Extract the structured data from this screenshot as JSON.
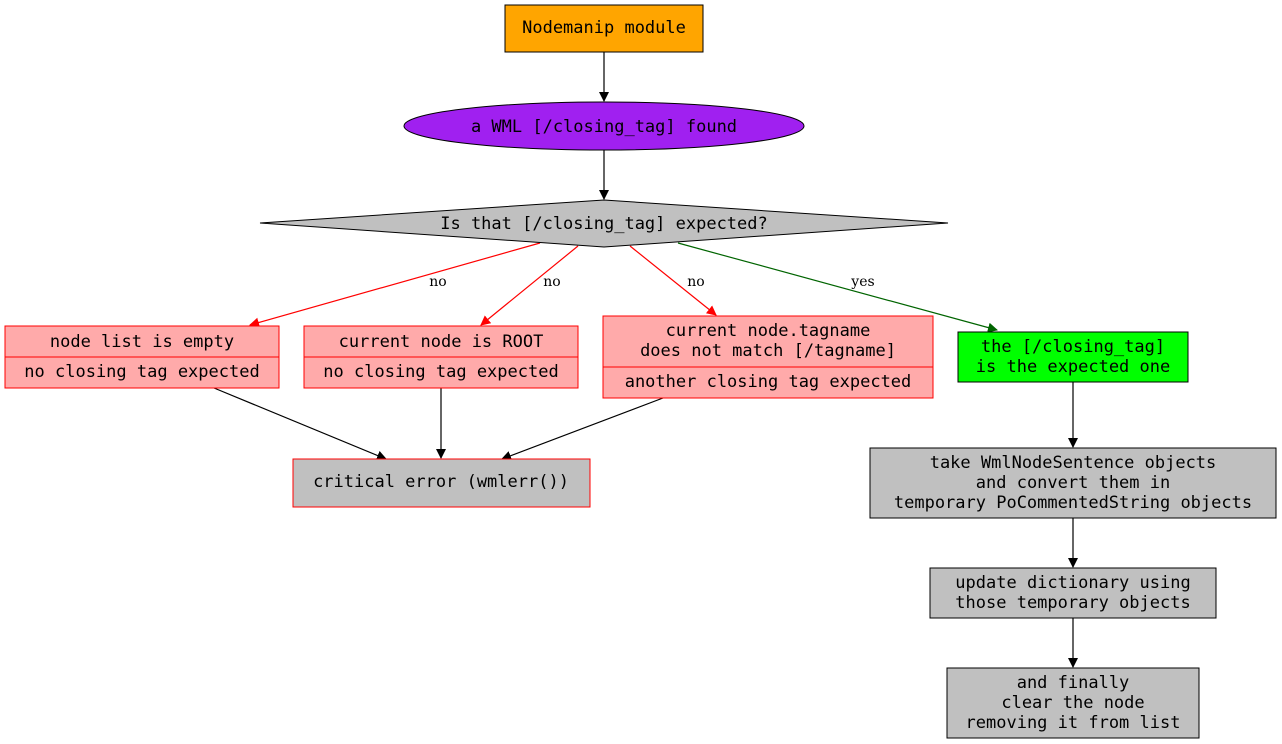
{
  "colors": {
    "module": "#ffa500",
    "found": "#a020f0",
    "decision": "#c0c0c0",
    "error_fill": "#ffaaaa",
    "error_stroke": "#ff0000",
    "ok_fill": "#00ff00",
    "process": "#c0c0c0",
    "edge_no": "#ff0000",
    "edge_yes": "#006400",
    "edge_default": "#000000"
  },
  "nodes": {
    "module": {
      "label": "Nodemanip module"
    },
    "found": {
      "label": "a WML [/closing_tag] found"
    },
    "decision": {
      "label": "Is that [/closing_tag] expected?"
    },
    "empty": {
      "title": "node list is empty",
      "subtitle": "no closing tag expected"
    },
    "root": {
      "title": "current node is ROOT",
      "subtitle": "no closing tag expected"
    },
    "mismatch": {
      "title_line1": "current node.tagname",
      "title_line2": "does not match [/tagname]",
      "subtitle": "another closing tag expected"
    },
    "expected": {
      "line1": "the [/closing_tag]",
      "line2": "is the expected one"
    },
    "critical": {
      "label": "critical error (wmlerr())"
    },
    "convert": {
      "line1": "take WmlNodeSentence objects",
      "line2": "and convert them in",
      "line3": "temporary PoCommentedString objects"
    },
    "update": {
      "line1": "update dictionary using",
      "line2": "those temporary objects"
    },
    "clear": {
      "line1": "and finally",
      "line2": "clear the node",
      "line3": "removing it from list"
    }
  },
  "edges": {
    "no_empty": "no",
    "no_root": "no",
    "no_mismatch": "no",
    "yes_expected": "yes"
  }
}
